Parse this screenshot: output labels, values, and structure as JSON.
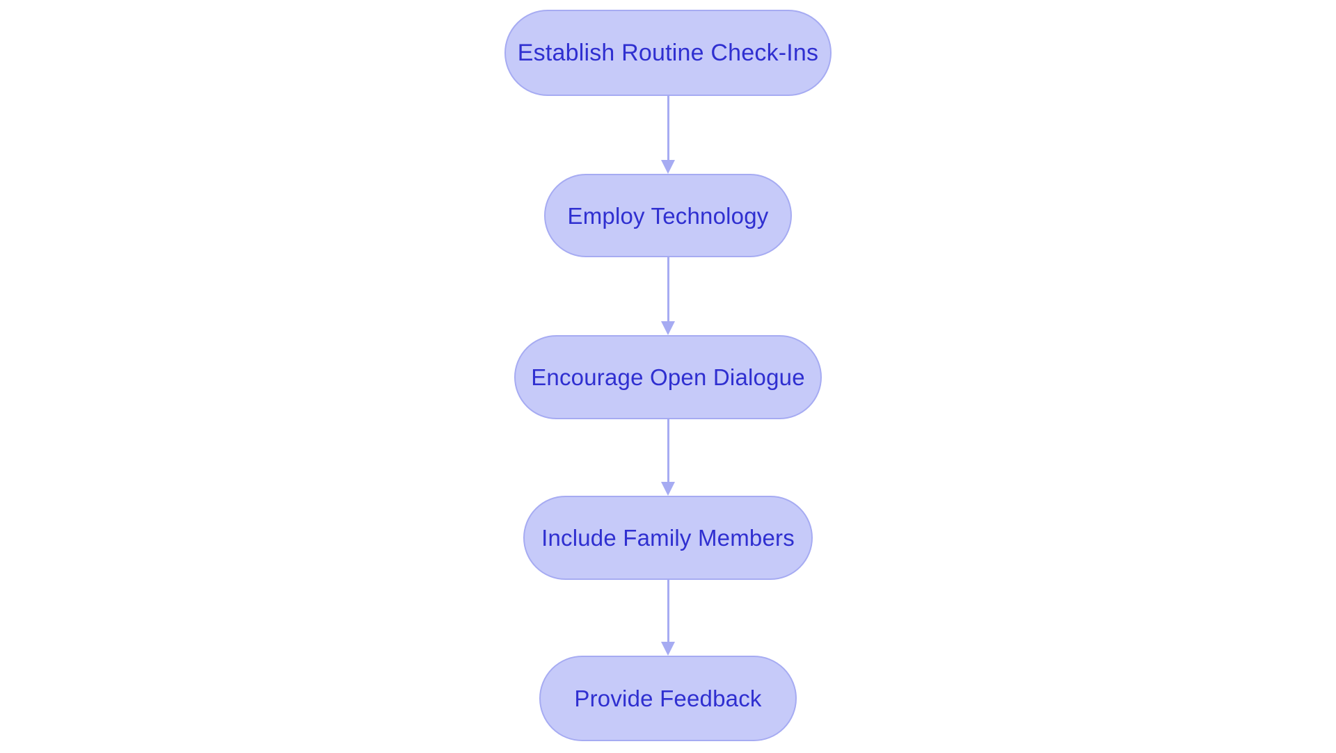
{
  "chart_data": {
    "type": "diagram",
    "diagram_type": "flowchart",
    "orientation": "vertical-top-to-bottom",
    "title": "",
    "nodes": [
      {
        "id": "n1",
        "label": "Establish Routine Check-Ins",
        "shape": "stadium"
      },
      {
        "id": "n2",
        "label": "Employ Technology",
        "shape": "stadium"
      },
      {
        "id": "n3",
        "label": "Encourage Open Dialogue",
        "shape": "stadium"
      },
      {
        "id": "n4",
        "label": "Include Family Members",
        "shape": "stadium"
      },
      {
        "id": "n5",
        "label": "Provide Feedback",
        "shape": "stadium"
      }
    ],
    "edges": [
      {
        "from": "n1",
        "to": "n2",
        "label": "",
        "arrow": "down"
      },
      {
        "from": "n2",
        "to": "n3",
        "label": "",
        "arrow": "down"
      },
      {
        "from": "n3",
        "to": "n4",
        "label": "",
        "arrow": "down"
      },
      {
        "from": "n4",
        "to": "n5",
        "label": "",
        "arrow": "down"
      }
    ],
    "colors": {
      "background": "#ffffff",
      "node_fill": "#c6caf9",
      "node_border": "#a6abf2",
      "node_text": "#2f2fd0",
      "edge": "#a6abf2"
    }
  },
  "canvas": {
    "background_color": "#ffffff"
  },
  "nodes": {
    "node_1_label": "Establish Routine Check-Ins",
    "node_2_label": "Employ Technology",
    "node_3_label": "Encourage Open Dialogue",
    "node_4_label": "Include Family Members",
    "node_5_label": "Provide Feedback"
  }
}
